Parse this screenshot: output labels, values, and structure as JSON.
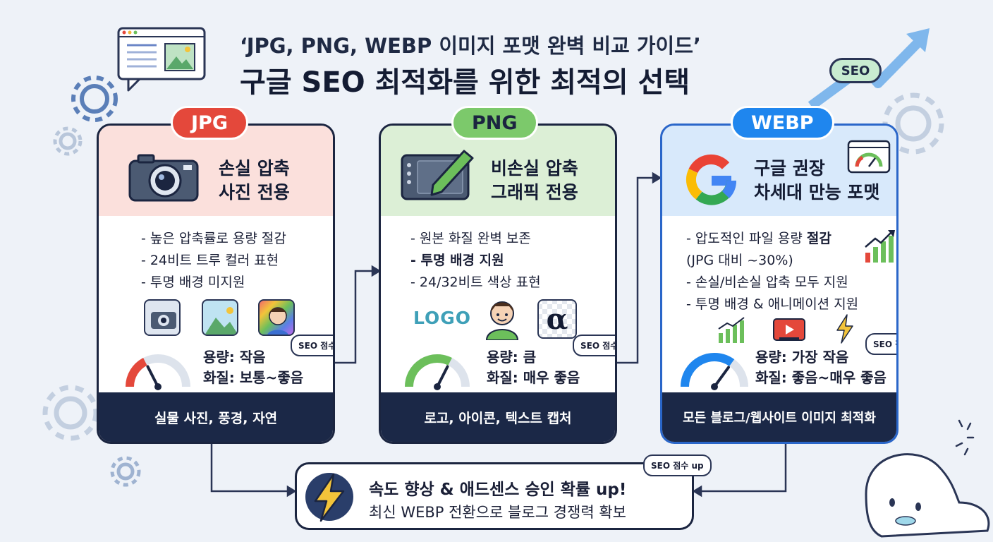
{
  "title": {
    "line1": "‘JPG, PNG, WEBP 이미지 포맷 완벽 비교 가이드’",
    "line2": "구글 SEO 최적화를 위한 최적의 선택"
  },
  "seo_tag": "SEO",
  "cards": {
    "jpg": {
      "label": "JPG",
      "headline1": "손실 압축",
      "headline2": "사진 전용",
      "bullets": [
        "- 높은 압축률로 용량 절감",
        "- 24비트 트루 컬러 표현",
        "- 투명 배경 미지원"
      ],
      "size": "용량: 작음",
      "quality": "화질: 보통~좋음",
      "badge": "SEO 점수 up",
      "footer": "실물 사진, 풍경, 자연",
      "gauge_level": 0.35,
      "color": "#e4483b"
    },
    "png": {
      "label": "PNG",
      "headline1": "비손실 압축",
      "headline2": "그래픽 전용",
      "bullets": [
        "- 원본 화질 완벽 보존",
        "- 투명 배경 지원",
        "- 24/32비트 색상 표현"
      ],
      "logo_text": "LOGO",
      "alpha_text": "α",
      "size": "용량: 큼",
      "quality": "화질: 매우 좋음",
      "badge": "SEO 점수 up",
      "footer": "로고, 아이콘, 텍스트 캡처",
      "gauge_level": 0.65,
      "color": "#6cbf5b"
    },
    "webp": {
      "label": "WEBP",
      "headline1": "구글 권장",
      "headline2": "차세대 만능 포맷",
      "bullets_a": "- 압도적인 파일 용량 ",
      "bullets_a_bold": "절감",
      "bullets_b": "(JPG 대비 ~30%)",
      "bullets_c": "- 손실/비손실 압축 모두 지원",
      "bullets_d": "- 투명 배경 & 애니메이션 지원",
      "size_prefix": "용량: ",
      "size_value": "가장 작음",
      "quality": "화질: 좋음~매우 좋음",
      "badge": "SEO 점수 up",
      "footer": "모든 블로그/웹사이트 이미지 최적화",
      "gauge_level": 0.7,
      "color": "#1f86ee"
    }
  },
  "banner": {
    "line1": "속도 향상 & 애드센스 승인 확률 up!",
    "line2": "최신 WEBP 전환으로 블로그 경쟁력 확보",
    "badge": "SEO 점수 up"
  }
}
